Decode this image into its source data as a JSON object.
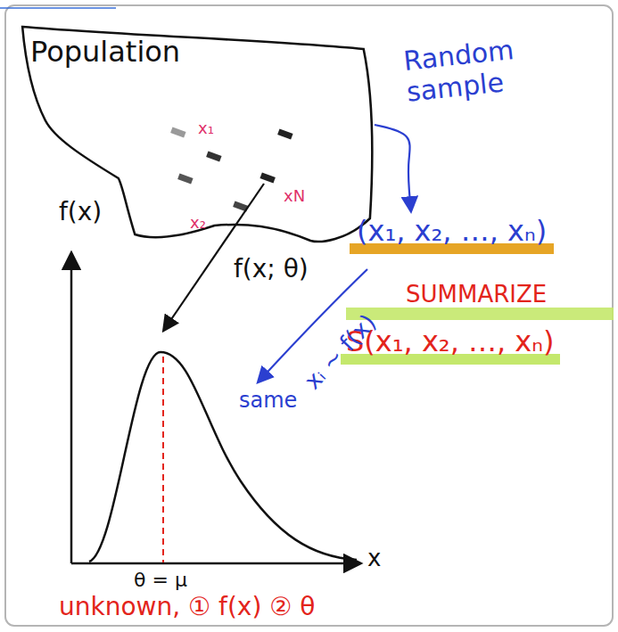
{
  "diagram": {
    "nodes": [
      {
        "text": [
          "Population"
        ]
      },
      {
        "text": [
          "(x₁, x₂, …, xₙ)"
        ]
      },
      {
        "text": [
          "S(x₁, x₂, …, xₙ)"
        ]
      }
    ],
    "edges": [
      {
        "from": 0,
        "to": 1,
        "label": "Random sample",
        "arrow": "to"
      }
    ],
    "labels": [
      "x₁",
      "x₂",
      "xN",
      "SUMMARIZE",
      "f(x)",
      "f(x; θ)",
      "xᵢ ~ f(x)",
      "same",
      "x",
      "θ = μ",
      "unknown, ① f(x) ② θ"
    ]
  }
}
